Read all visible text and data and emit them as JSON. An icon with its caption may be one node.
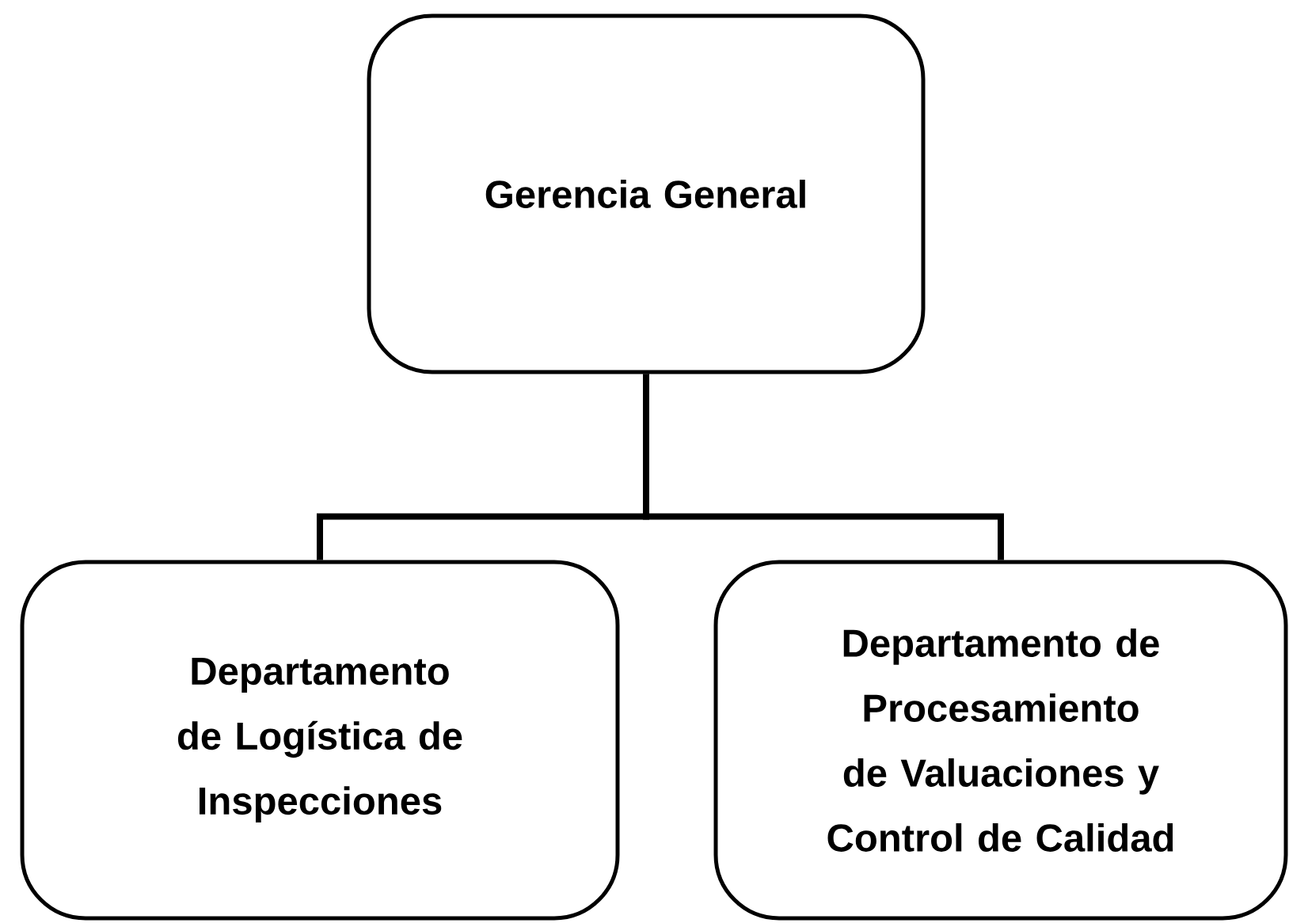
{
  "diagram": {
    "nodes": [
      {
        "text": [
          "Gerencia General"
        ]
      },
      {
        "text": [
          "Departamento de Logística de Inspecciones"
        ]
      },
      {
        "text": [
          "Departamento de Procesamiento de Valuaciones y Control de Calidad"
        ]
      }
    ],
    "edges": [
      {
        "from": 0,
        "to": 1,
        "arrow": "none"
      },
      {
        "from": 0,
        "to": 2,
        "arrow": "none"
      }
    ]
  }
}
